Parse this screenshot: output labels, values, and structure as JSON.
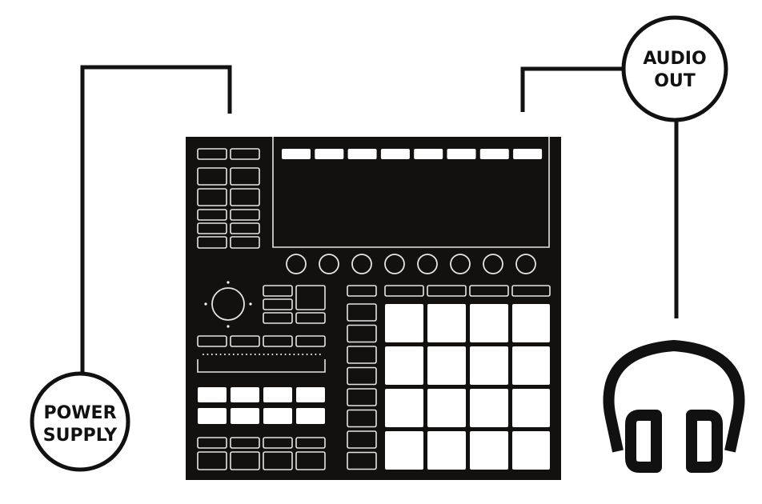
{
  "labels": {
    "power_supply_line1": "POWER",
    "power_supply_line2": "SUPPLY",
    "audio_out_line1": "AUDIO",
    "audio_out_line2": "OUT"
  },
  "colors": {
    "ink": "#121110",
    "paper": "#ffffff",
    "outline": "#e6e6e6"
  },
  "icons": [
    "headphones-icon",
    "groovebox-controller-icon"
  ]
}
